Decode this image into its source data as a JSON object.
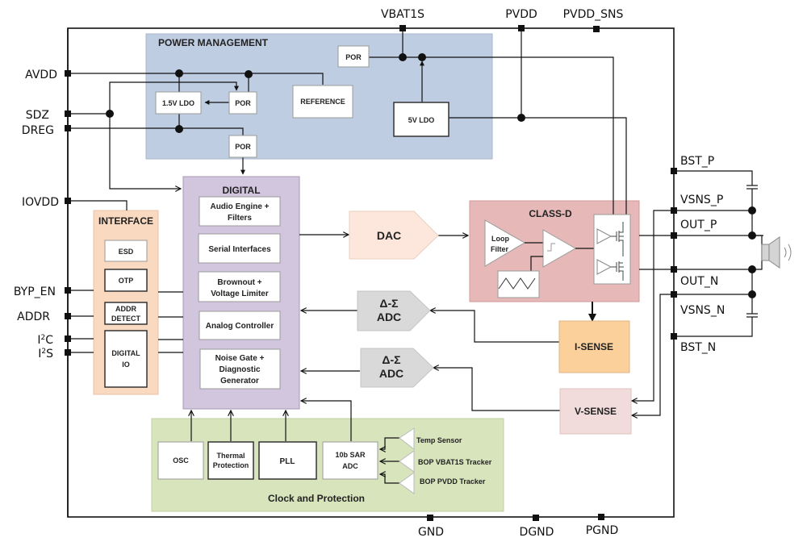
{
  "pins": {
    "top": [
      "VBAT1S",
      "PVDD",
      "PVDD_SNS"
    ],
    "left": [
      "AVDD",
      "SDZ",
      "DREG",
      "IOVDD",
      "BYP_EN",
      "ADDR",
      "I2C",
      "I2S"
    ],
    "i2c": {
      "base": "I",
      "sup": "2",
      "tail": "C"
    },
    "i2s": {
      "base": "I",
      "sup": "2",
      "tail": "S"
    },
    "right": [
      "BST_P",
      "VSNS_P",
      "OUT_P",
      "OUT_N",
      "VSNS_N",
      "BST_N"
    ],
    "bottom": [
      "GND",
      "DGND",
      "PGND"
    ]
  },
  "power_management": {
    "title": "POWER MANAGEMENT",
    "por_top": "POR",
    "ldo_15": "1.5V LDO",
    "por_mid": "POR",
    "reference": "REFERENCE",
    "ldo_5": "5V LDO",
    "por_low": "POR",
    "color": "#bfcde2"
  },
  "interface": {
    "title": "INTERFACE",
    "esd": "ESD",
    "otp": "OTP",
    "addr_detect_1": "ADDR",
    "addr_detect_2": "DETECT",
    "digital_io_1": "DIGITAL",
    "digital_io_2": "IO",
    "color": "#f9d9c0"
  },
  "digital": {
    "title": "DIGITAL",
    "items": [
      [
        "Audio Engine +",
        "Filters"
      ],
      [
        "Serial Interfaces"
      ],
      [
        "Brownout  +",
        "Voltage Limiter"
      ],
      [
        "Analog Controller"
      ],
      [
        "Noise Gate +",
        "Diagnostic",
        "Generator"
      ]
    ],
    "color": "#d1c6de"
  },
  "dac": {
    "label": "DAC",
    "color": "#fde7dc"
  },
  "adc1": {
    "line1": "Δ-Σ",
    "line2": "ADC",
    "color": "#d9d9d9"
  },
  "adc2": {
    "line1": "Δ-Σ",
    "line2": "ADC",
    "color": "#d9d9d9"
  },
  "class_d": {
    "title": "CLASS-D",
    "loop_1": "Loop",
    "loop_2": "Filter",
    "color": "#e6b8b8"
  },
  "i_sense": {
    "label": "I-SENSE",
    "color": "#fcd09a"
  },
  "v_sense": {
    "label": "V-SENSE",
    "color": "#f2dcdb"
  },
  "clock_protection": {
    "title": "Clock and Protection",
    "osc": "OSC",
    "thermal_1": "Thermal",
    "thermal_2": "Protection",
    "pll": "PLL",
    "sar_1": "10b SAR",
    "sar_2": "ADC",
    "sensors": [
      "Temp Sensor",
      "BOP VBAT1S Tracker",
      "BOP PVDD Tracker"
    ],
    "color": "#d8e4bc"
  }
}
